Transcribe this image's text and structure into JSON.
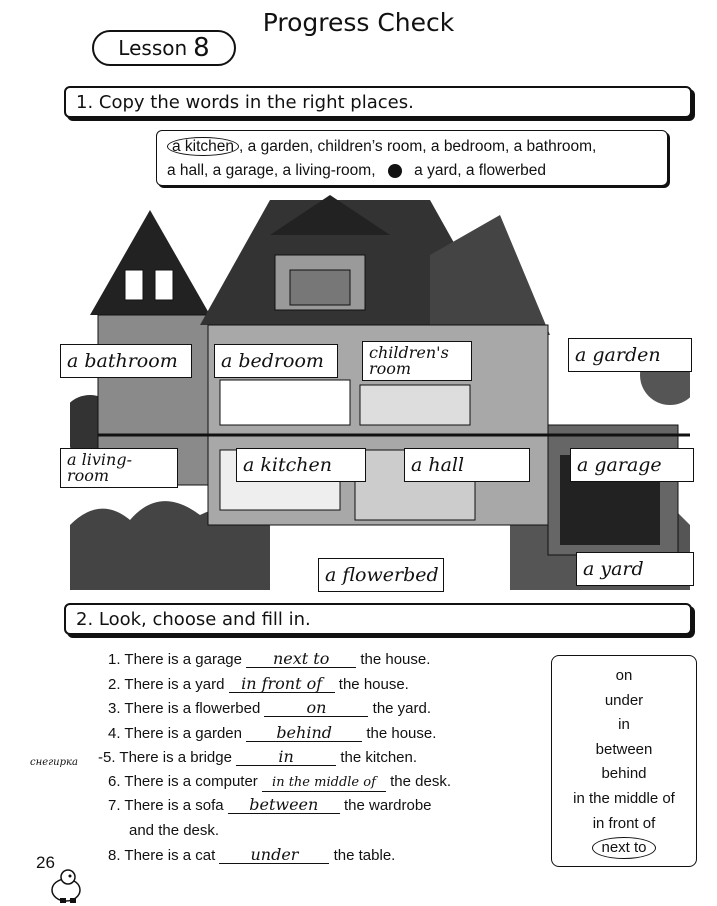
{
  "header": {
    "title": "Progress Check",
    "lesson_label": "Lesson",
    "lesson_number": "8"
  },
  "task1": {
    "heading": "1. Copy the words in the right places.",
    "word_bank_circled": "a kitchen",
    "word_bank_line1_rest": ", a garden, children’s room, a bedroom, a bathroom,",
    "word_bank_line2": "a hall, a garage, a living-room,",
    "word_bank_line2_end": "a yard, a flowerbed",
    "labels": {
      "bathroom": "a bathroom",
      "bedroom": "a bedroom",
      "childrens_room": "children's room",
      "garden": "a garden",
      "living_room": "a living-room",
      "kitchen": "a kitchen",
      "hall": "a hall",
      "garage": "a garage",
      "flowerbed": "a flowerbed",
      "yard": "a yard"
    }
  },
  "task2": {
    "heading": "2. Look, choose and fill in.",
    "sentences": [
      {
        "pre": "1. There is a garage",
        "answer": "next to",
        "post": "the house."
      },
      {
        "pre": "2. There is a yard",
        "answer": "in front of",
        "post": "the house."
      },
      {
        "pre": "3. There is a flowerbed",
        "answer": "on",
        "post": "the yard."
      },
      {
        "pre": "4. There is a garden",
        "answer": "behind",
        "post": "the house."
      },
      {
        "pre": "-5. There is a bridge",
        "answer": "in",
        "post": "the kitchen."
      },
      {
        "pre": "6. There is a computer",
        "answer": "in the middle of",
        "post": "the desk."
      },
      {
        "pre": "7. There is a sofa",
        "answer": "between",
        "post": "the wardrobe"
      },
      {
        "pre": "8. There is a cat",
        "answer": "under",
        "post": "the table."
      }
    ],
    "sentence7_line2": "and the desk.",
    "margin_note": "снегирка",
    "options": [
      "on",
      "under",
      "in",
      "between",
      "behind",
      "in the middle of",
      "in front of"
    ],
    "options_circled": "next to"
  },
  "footer": {
    "page_number": "26"
  }
}
